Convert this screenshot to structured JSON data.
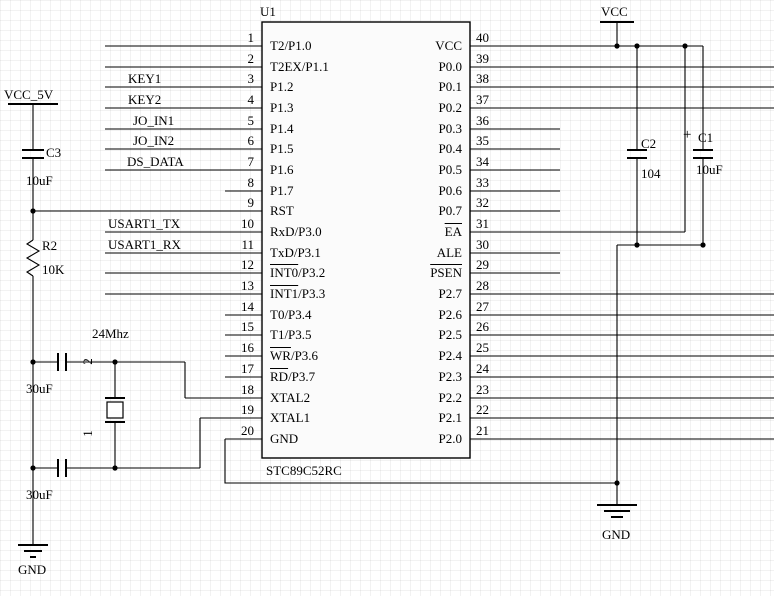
{
  "ic": {
    "designator": "U1",
    "part": "STC89C52RC",
    "left_pins": [
      {
        "num": "1",
        "label": "T2/P1.0"
      },
      {
        "num": "2",
        "label": "T2EX/P1.1"
      },
      {
        "num": "3",
        "label": "P1.2"
      },
      {
        "num": "4",
        "label": "P1.3"
      },
      {
        "num": "5",
        "label": "P1.4"
      },
      {
        "num": "6",
        "label": "P1.5"
      },
      {
        "num": "7",
        "label": "P1.6"
      },
      {
        "num": "8",
        "label": "P1.7"
      },
      {
        "num": "9",
        "label": "RST"
      },
      {
        "num": "10",
        "label": "RxD/P3.0"
      },
      {
        "num": "11",
        "label": "TxD/P3.1"
      },
      {
        "num": "12",
        "over": "INT0",
        "label": "/P3.2"
      },
      {
        "num": "13",
        "over": "INT1",
        "label": "/P3.3"
      },
      {
        "num": "14",
        "label": "T0/P3.4"
      },
      {
        "num": "15",
        "label": "T1/P3.5"
      },
      {
        "num": "16",
        "over": "WR",
        "label": "/P3.6"
      },
      {
        "num": "17",
        "over": "RD",
        "label": "/P3.7"
      },
      {
        "num": "18",
        "label": "XTAL2"
      },
      {
        "num": "19",
        "label": "XTAL1"
      },
      {
        "num": "20",
        "label": "GND"
      }
    ],
    "right_pins": [
      {
        "num": "40",
        "label": "VCC"
      },
      {
        "num": "39",
        "label": "P0.0"
      },
      {
        "num": "38",
        "label": "P0.1"
      },
      {
        "num": "37",
        "label": "P0.2"
      },
      {
        "num": "36",
        "label": "P0.3"
      },
      {
        "num": "35",
        "label": "P0.4"
      },
      {
        "num": "34",
        "label": "P0.5"
      },
      {
        "num": "33",
        "label": "P0.6"
      },
      {
        "num": "32",
        "label": "P0.7"
      },
      {
        "num": "31",
        "over": "EA",
        "label": ""
      },
      {
        "num": "30",
        "label": "ALE"
      },
      {
        "num": "29",
        "over": "PSEN",
        "label": ""
      },
      {
        "num": "28",
        "label": "P2.7"
      },
      {
        "num": "27",
        "label": "P2.6"
      },
      {
        "num": "26",
        "label": "P2.5"
      },
      {
        "num": "25",
        "label": "P2.4"
      },
      {
        "num": "24",
        "label": "P2.3"
      },
      {
        "num": "23",
        "label": "P2.2"
      },
      {
        "num": "22",
        "label": "P2.1"
      },
      {
        "num": "21",
        "label": "P2.0"
      }
    ]
  },
  "nets": {
    "key1": "KEY1",
    "key2": "KEY2",
    "jo_in1": "JO_IN1",
    "jo_in2": "JO_IN2",
    "ds_data": "DS_DATA",
    "usart1_tx": "USART1_TX",
    "usart1_rx": "USART1_RX"
  },
  "power": {
    "vcc_5v": "VCC_5V",
    "vcc": "VCC",
    "gnd_left": "GND",
    "gnd_right": "GND"
  },
  "components": {
    "c3": {
      "ref": "C3",
      "value": "10uF"
    },
    "r2": {
      "ref": "R2",
      "value": "10K"
    },
    "crystal": {
      "freq": "24Mhz",
      "pin_top": "2",
      "pin_bottom": "1"
    },
    "cap_top": {
      "value": "30uF"
    },
    "cap_bottom": {
      "value": "30uF"
    },
    "c2": {
      "ref": "C2",
      "value": "104"
    },
    "c1": {
      "ref": "C1",
      "value": "10uF",
      "polarity": "+"
    }
  },
  "colors": {
    "wire": "#000000",
    "ic_fill": "#fbfbfb",
    "background": "#ffffff"
  }
}
